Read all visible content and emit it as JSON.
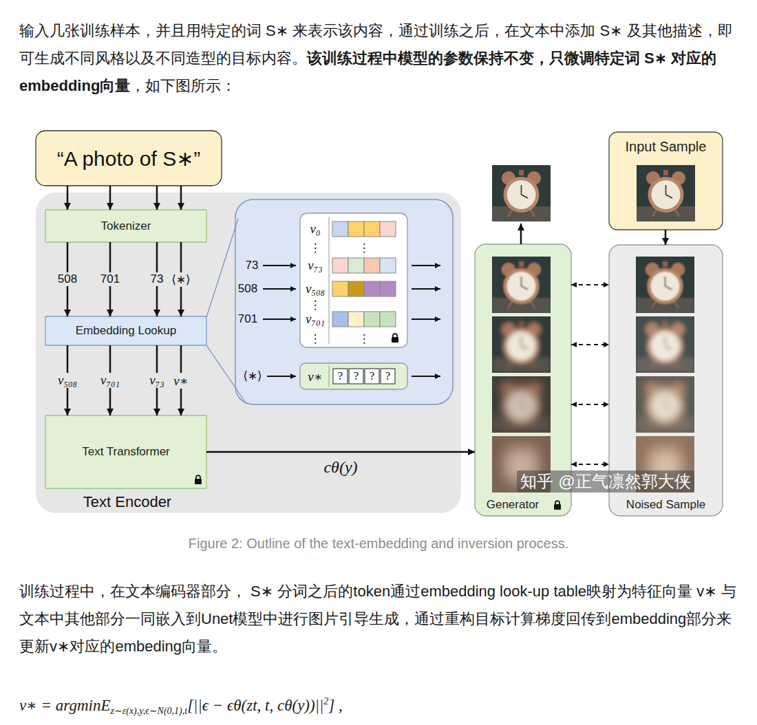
{
  "diagram": {
    "caption": "Figure 2: Outline of the text-embedding and inversion process.",
    "nodes": [
      {
        "text": [
          "“A photo of S∗”"
        ]
      },
      {
        "text": [
          "Text Encoder"
        ]
      },
      {
        "text": [
          "Tokenizer"
        ],
        "in": 1
      },
      {
        "text": [
          "Embedding Lookup"
        ],
        "in": 1
      },
      {
        "text": [
          "v₀",
          "⋮",
          "⋮",
          "v₇₃",
          "v₅₀₈",
          "⋮",
          "v₇₀₁",
          "⋮",
          "⋮"
        ],
        "in": 1
      },
      {
        "text": [
          "v∗",
          "?",
          "?",
          "?",
          "?"
        ],
        "in": 1
      },
      {
        "text": [
          "Text Transformer"
        ],
        "in": 1
      },
      {
        "text": [
          "Generator"
        ]
      },
      {
        "text": [
          "Input Sample"
        ]
      },
      {
        "text": [
          "Noised Sample"
        ]
      }
    ],
    "edges": [
      {
        "from": 0,
        "to": 2,
        "arrow": "to"
      },
      {
        "from": 0,
        "to": 2,
        "arrow": "to"
      },
      {
        "from": 0,
        "to": 2,
        "arrow": "to"
      },
      {
        "from": 0,
        "to": 2,
        "arrow": "to"
      },
      {
        "from": 2,
        "to": 3,
        "label": "508",
        "arrow": "to"
      },
      {
        "from": 2,
        "to": 3,
        "label": "701",
        "arrow": "to"
      },
      {
        "from": 2,
        "to": 3,
        "label": "73",
        "arrow": "to"
      },
      {
        "from": 2,
        "to": 3,
        "label": "⟨∗⟩",
        "arrow": "to"
      },
      {
        "from": 3,
        "to": 6,
        "label": "v₅₀₈",
        "arrow": "to"
      },
      {
        "from": 3,
        "to": 6,
        "label": "v₇₀₁",
        "arrow": "to"
      },
      {
        "from": 3,
        "to": 6,
        "label": "v₇₃",
        "arrow": "to"
      },
      {
        "from": 3,
        "to": 6,
        "label": "v∗",
        "arrow": "to"
      },
      {
        "from": 6,
        "to": 7,
        "label": "cθ(y)",
        "arrow": "to"
      },
      {
        "from": 8,
        "to": 9,
        "arrow": "to"
      },
      {
        "from": 7,
        "to": 9,
        "arrow": "both"
      },
      {
        "from": 7,
        "to": 9,
        "arrow": "both"
      },
      {
        "from": 7,
        "to": 9,
        "arrow": "both"
      },
      {
        "from": 7,
        "to": 9,
        "arrow": "both"
      }
    ],
    "labels": [
      "输入几张训练样本，并且用特定的词 S∗ 来表示该内容，通过训练之后，在文本中添加 S∗ 及其他描述，即可生成不同风格以及不同造型的目标内容。",
      "该训练过程中模型的参数保持不变，只微调特定词 S∗ 对应的embedding向量",
      "，如下图所示：",
      "73",
      "508",
      "701",
      "⟨∗⟩",
      "训练过程中，在文本编码器部分， S∗ 分词之后的token通过embedding look-up table映射为特征向量 v∗ 与文本中其他部分一同嵌入到Unet模型中进行图片引导生成，通过重构目标计算梯度回传到embedding部分来更新v∗对应的embeding向量。",
      "v∗ = argminE",
      "z∼ε(x),y,ϵ∼N(0,1),t",
      "[||ϵ − ϵθ(zt, t, cθ(y))||",
      "2",
      "] ,",
      "知乎 @正气凛然郭大侠"
    ]
  }
}
